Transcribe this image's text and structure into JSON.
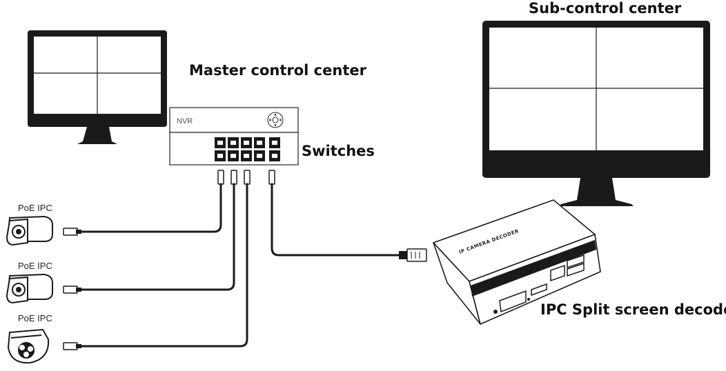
{
  "labels": {
    "master": "Master control center",
    "switches": "Switches",
    "sub": "Sub-control center",
    "decoder": "IPC Split screen decoder",
    "nvr": "NVR",
    "decoder_device_text": "IP CAMERA DECODER",
    "cameras": [
      "PoE IPC",
      "PoE IPC",
      "PoE IPC"
    ]
  },
  "colors": {
    "ink": "#111111",
    "screen": "#ffffff",
    "bezel": "#1a1a1a"
  }
}
